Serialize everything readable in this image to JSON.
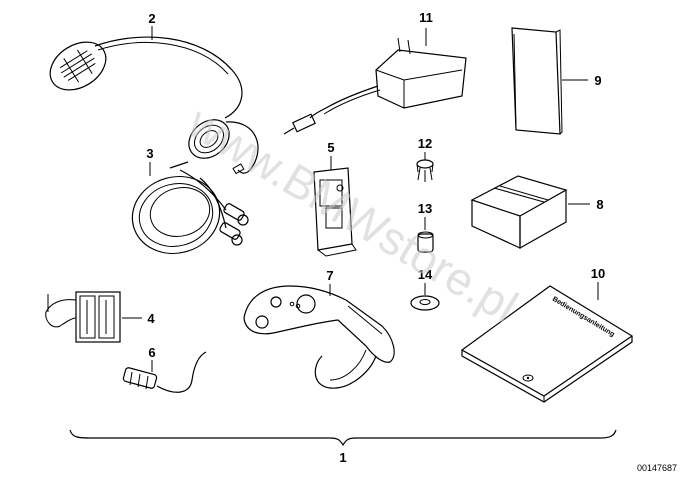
{
  "parts": [
    {
      "id": "p1",
      "label": "1"
    },
    {
      "id": "p2",
      "label": "2"
    },
    {
      "id": "p3",
      "label": "3"
    },
    {
      "id": "p4",
      "label": "4"
    },
    {
      "id": "p5",
      "label": "5"
    },
    {
      "id": "p6",
      "label": "6"
    },
    {
      "id": "p7",
      "label": "7"
    },
    {
      "id": "p8",
      "label": "8"
    },
    {
      "id": "p9",
      "label": "9"
    },
    {
      "id": "p10",
      "label": "10"
    },
    {
      "id": "p11",
      "label": "11"
    },
    {
      "id": "p12",
      "label": "12"
    },
    {
      "id": "p13",
      "label": "13"
    },
    {
      "id": "p14",
      "label": "14"
    }
  ],
  "manual_cover_text": "Bedienungsanleitung",
  "watermark": "www.BMWstore.pl",
  "diagram_code": "00147687"
}
